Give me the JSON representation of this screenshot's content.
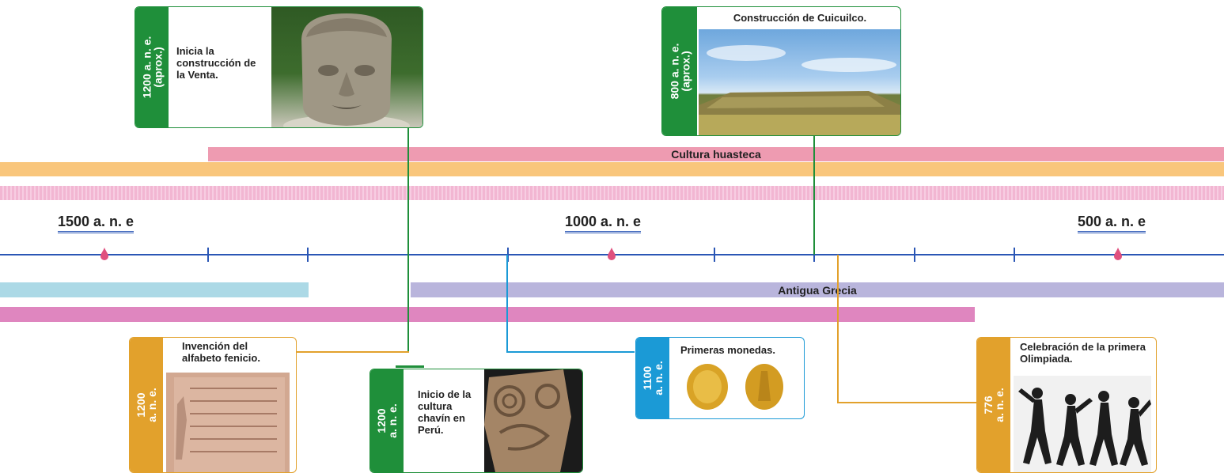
{
  "axis": {
    "labels": [
      "1500 a. n. e",
      "1000 a. n. e",
      "500 a. n. e"
    ],
    "line_color": "#2a56b5",
    "marker_color": "#e0507e"
  },
  "bands": {
    "huasteca": {
      "label": "Cultura huasteca",
      "color": "#ee9bb1"
    },
    "orange": {
      "label": "",
      "color": "#f9c67c"
    },
    "pink_dotted": {
      "label": "",
      "color": "#f2b6d2"
    },
    "light_blue": {
      "label": "",
      "color": "#acd9e6"
    },
    "grecia": {
      "label": "Antigua Grecia",
      "color": "#b9b5dc"
    },
    "magenta": {
      "label": "",
      "color": "#df86bf"
    }
  },
  "events": {
    "la_venta": {
      "date": "1200 a. n. e.\n(aprox.)",
      "text": "Inicia la construcción de la Venta.",
      "image": "olmec-head-image",
      "color": "#1f8f3a"
    },
    "cuicuilco": {
      "date": "800 a. n. e.\n(aprox.)",
      "text": "Construcción de Cuicuilco.",
      "image": "pyramid-image",
      "color": "#1f8f3a"
    },
    "alfabeto": {
      "date": "1200\na. n. e.",
      "text": "Invención del alfabeto fenicio.",
      "image": "stone-tablet-image",
      "color": "#e2a12c"
    },
    "chavin": {
      "date": "1200\na. n. e.",
      "text": "Inicio de la cultura chavín en Perú.",
      "image": "carved-stone-image",
      "color": "#1f8f3a"
    },
    "monedas": {
      "date": "1100\na. n. e.",
      "text": "Primeras monedas.",
      "image": "gold-coins-image",
      "color": "#1b9ad6"
    },
    "olimpiada": {
      "date": "776\na. n. e.",
      "text": "Celebración de la primera Olimpiada.",
      "image": "athletes-vase-image",
      "color": "#e2a12c"
    }
  }
}
